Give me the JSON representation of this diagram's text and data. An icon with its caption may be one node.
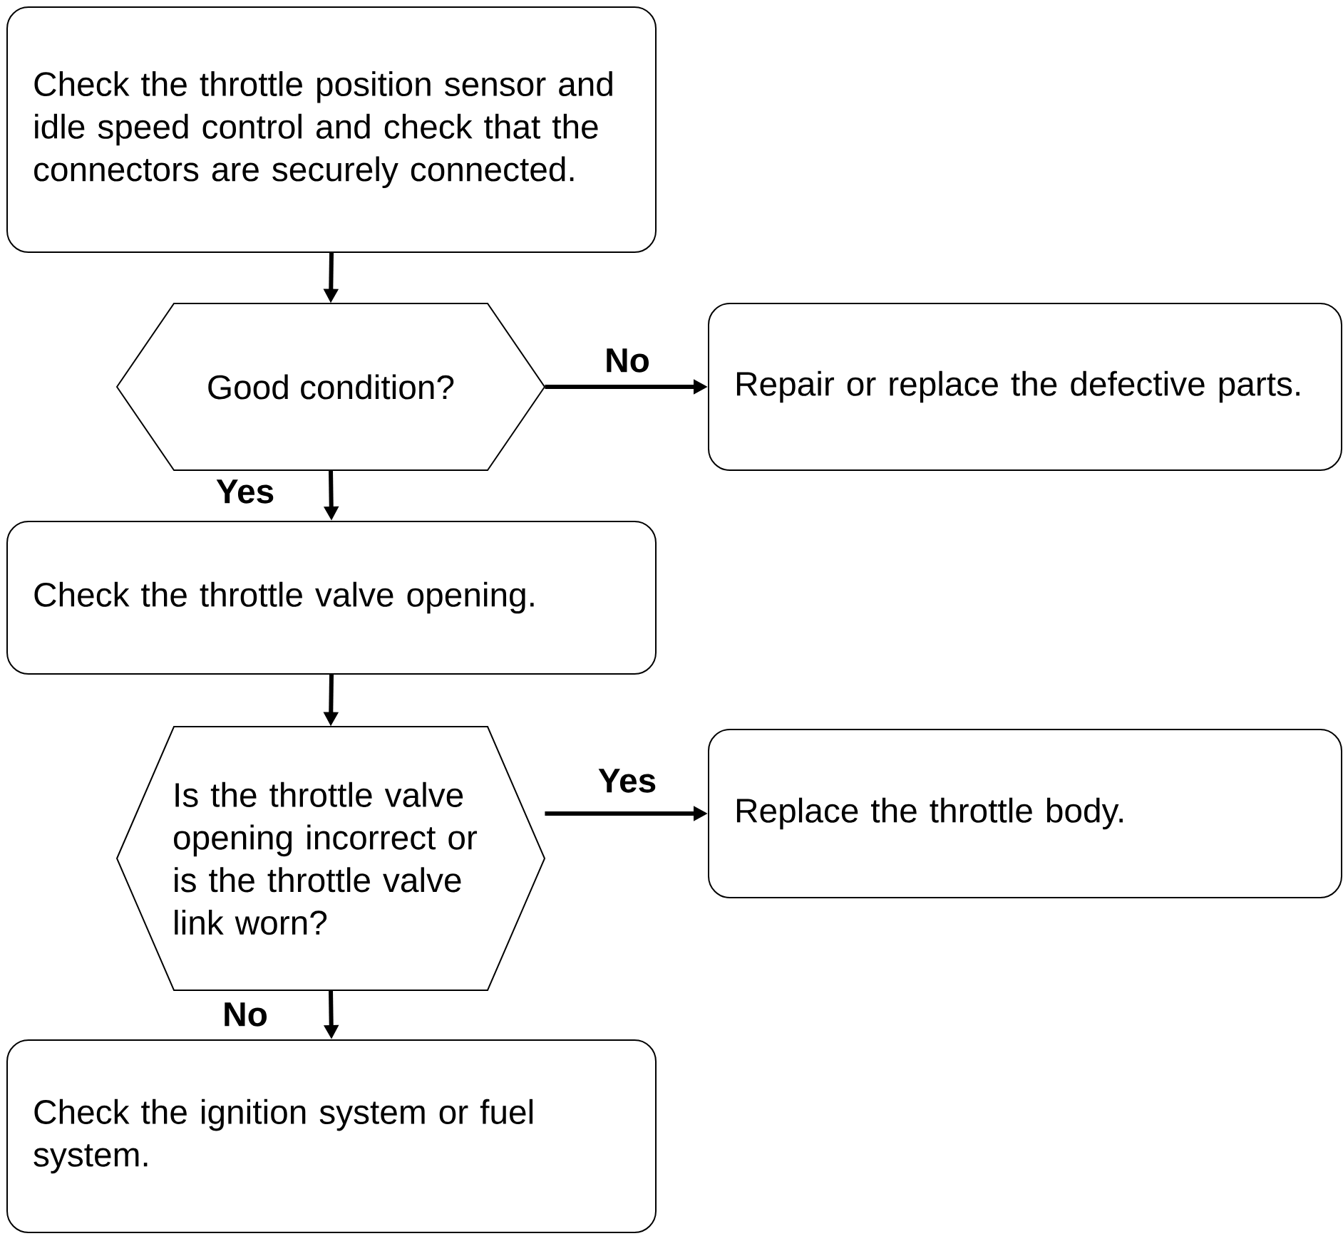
{
  "diagram": {
    "nodes": [
      {
        "text": [
          "Check the throttle position sensor and idle speed control and check that the connectors are securely connected."
        ]
      },
      {
        "text": [
          "Good condition?"
        ]
      },
      {
        "text": [
          "Repair or replace the defective parts."
        ]
      },
      {
        "text": [
          "Check the throttle valve opening."
        ]
      },
      {
        "text": [
          "Is the throttle valve opening incorrect or is the throttle valve link worn?"
        ]
      },
      {
        "text": [
          "Replace the throttle body."
        ]
      },
      {
        "text": [
          "Check the ignition system or fuel system."
        ]
      }
    ],
    "edges": [
      {
        "from": 0,
        "to": 1,
        "arrow": "to"
      },
      {
        "from": 1,
        "to": 2,
        "arrow": "to",
        "label": "No"
      },
      {
        "from": 1,
        "to": 3,
        "arrow": "to",
        "label": "Yes"
      },
      {
        "from": 3,
        "to": 4,
        "arrow": "to"
      },
      {
        "from": 4,
        "to": 5,
        "arrow": "to",
        "label": "Yes"
      },
      {
        "from": 4,
        "to": 6,
        "arrow": "to",
        "label": "No"
      }
    ]
  }
}
